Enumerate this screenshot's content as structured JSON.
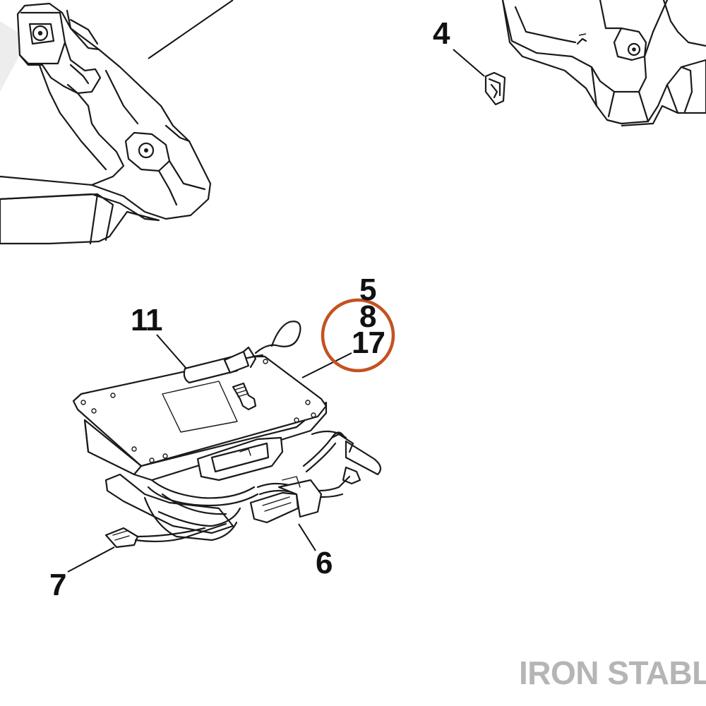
{
  "callouts": {
    "c4": "4",
    "c5": "5",
    "c8": "8",
    "c17": "17",
    "c11": "11",
    "c6": "6",
    "c7": "7"
  },
  "highlight": {
    "color": "#c4521f",
    "target": "17"
  },
  "watermark": {
    "text": "IRON STABLE",
    "color": "#b5b5b5"
  }
}
